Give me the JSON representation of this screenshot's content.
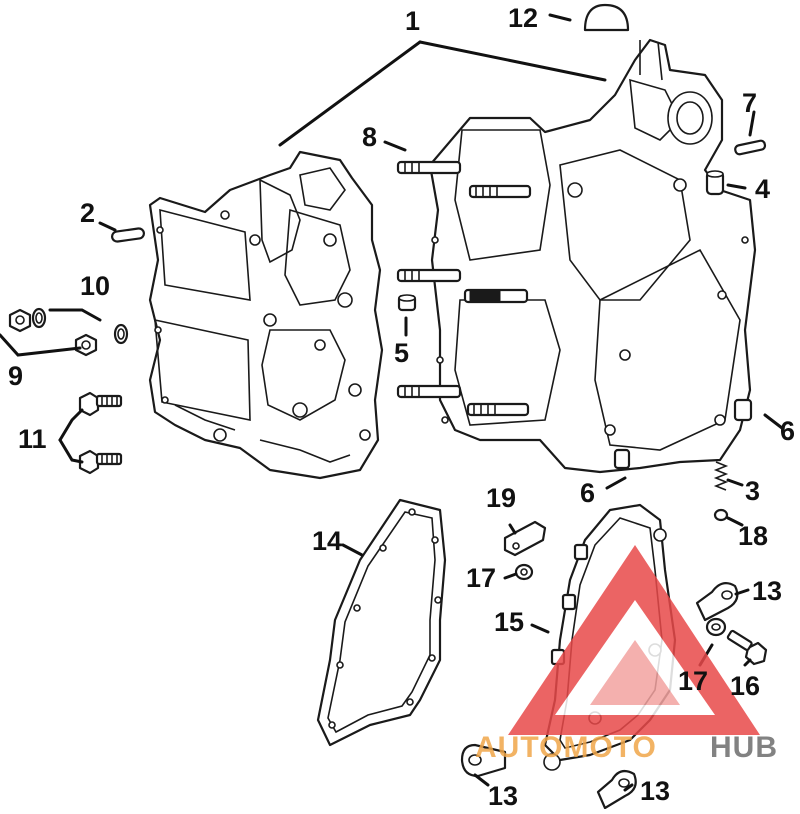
{
  "diagram": {
    "callouts": [
      {
        "id": "c1",
        "label": "1"
      },
      {
        "id": "c2",
        "label": "2"
      },
      {
        "id": "c3",
        "label": "3"
      },
      {
        "id": "c4",
        "label": "4"
      },
      {
        "id": "c5",
        "label": "5"
      },
      {
        "id": "c6a",
        "label": "6"
      },
      {
        "id": "c6b",
        "label": "6"
      },
      {
        "id": "c7",
        "label": "7"
      },
      {
        "id": "c8",
        "label": "8"
      },
      {
        "id": "c9",
        "label": "9"
      },
      {
        "id": "c10",
        "label": "10"
      },
      {
        "id": "c11",
        "label": "11"
      },
      {
        "id": "c12",
        "label": "12"
      },
      {
        "id": "c13a",
        "label": "13"
      },
      {
        "id": "c13b",
        "label": "13"
      },
      {
        "id": "c13c",
        "label": "13"
      },
      {
        "id": "c14",
        "label": "14"
      },
      {
        "id": "c15",
        "label": "15"
      },
      {
        "id": "c16",
        "label": "16"
      },
      {
        "id": "c17a",
        "label": "17"
      },
      {
        "id": "c17b",
        "label": "17"
      },
      {
        "id": "c18",
        "label": "18"
      },
      {
        "id": "c19",
        "label": "19"
      }
    ]
  },
  "watermark": {
    "brand_left": "AUTOMOTO",
    "brand_right": "HUB",
    "colors": {
      "accent": "#e8494a",
      "accent_light": "#f3a3a0",
      "orange": "#f0a64a",
      "gray": "#6d6d6d"
    }
  }
}
